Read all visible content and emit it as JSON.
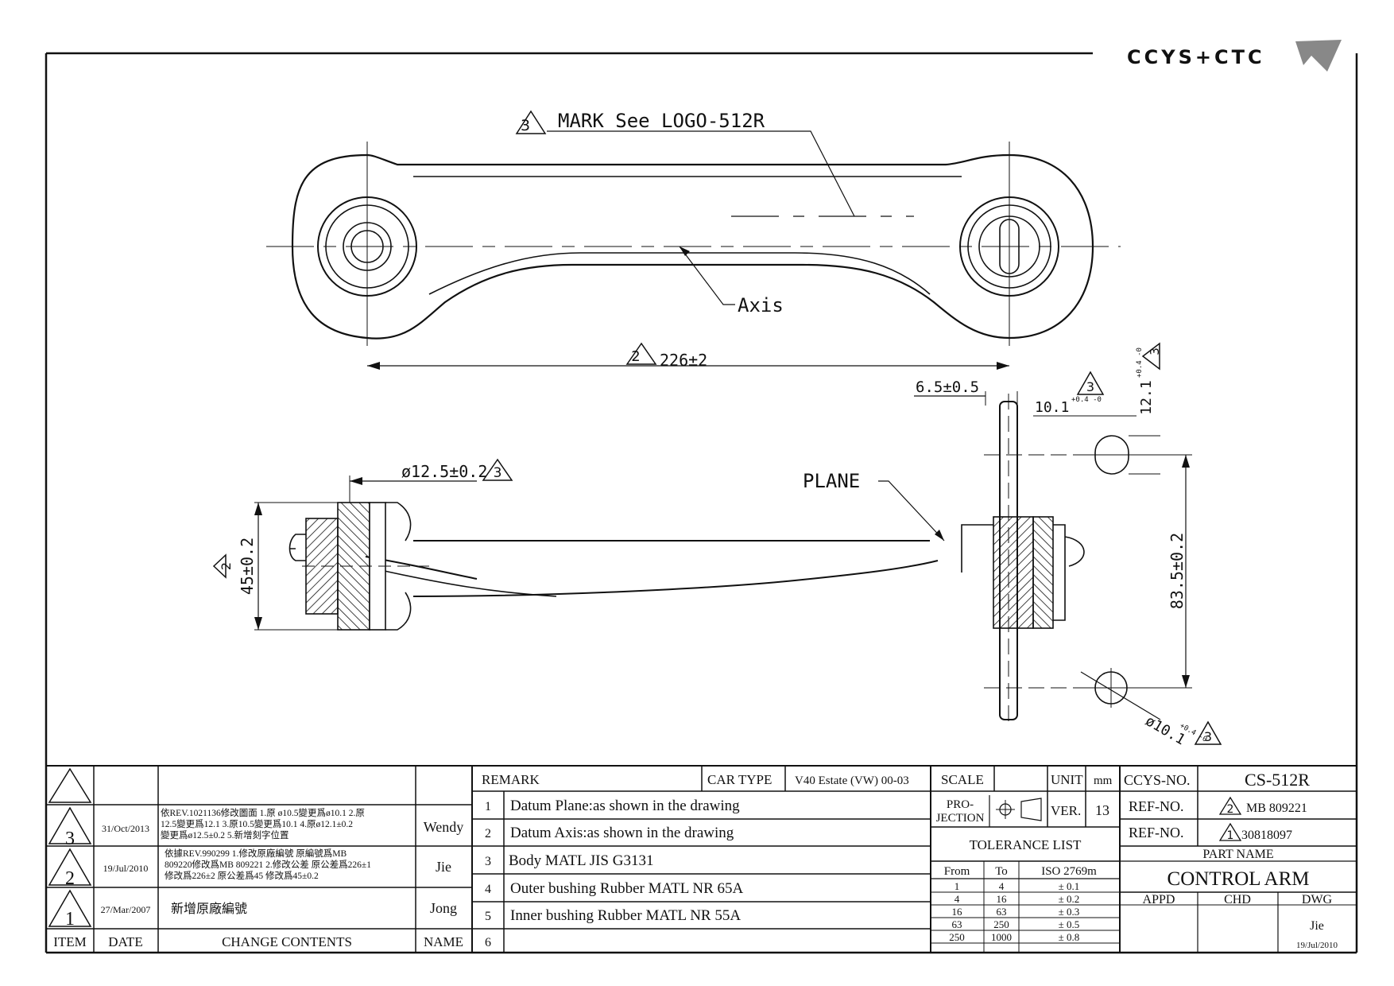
{
  "brand": {
    "logo_text": "CCYS+CTC"
  },
  "annotations": {
    "mark_rev": "3",
    "mark_text": "MARK  See  LOGO-512R",
    "axis": "Axis",
    "plane": "PLANE",
    "length_rev": "2",
    "length": "226±2",
    "dia_a_rev": "3",
    "dia_a": "ø12.5±0.2",
    "width_rev": "2",
    "width": "45±0.2",
    "offset": "6.5±0.5",
    "slot_w_rev": "3",
    "slot_w": "10.1",
    "slot_w_tol": "+0.4 -0",
    "slot_l_rev": "3",
    "slot_l": "12.1",
    "slot_l_tol": "+0.4 -0",
    "center": "83.5±0.2",
    "dia_b_rev": "3",
    "dia_b": "ø10.1",
    "dia_b_tol": "+0.4 -0"
  },
  "revisions": {
    "headers": {
      "item": "ITEM",
      "date": "DATE",
      "contents": "CHANGE CONTENTS",
      "name": "NAME"
    },
    "rows": [
      {
        "item": "3",
        "date": "31/Oct/2013",
        "lines": [
          "依REV.1021136修改圖面 1.原 ø10.5變更爲ø10.1 2.原",
          "12.5變更爲12.1 3.原10.5變更爲10.1 4.原ø12.1±0.2",
          "變更爲ø12.5±0.2 5.新增刻字位置"
        ],
        "name": "Wendy"
      },
      {
        "item": "2",
        "date": "19/Jul/2010",
        "lines": [
          "依據REV.990299 1.修改原廠編號 原編號爲MB",
          "809220修改爲MB 809221 2.修改公差 原公差爲226±1",
          "修改爲226±2 原公差爲45  修改爲45±0.2"
        ],
        "name": "Jie"
      },
      {
        "item": "1",
        "date": "27/Mar/2007",
        "lines": [
          "新增原廠編號"
        ],
        "name": "Jong"
      }
    ]
  },
  "remarks": {
    "header": "REMARK",
    "car_type_label": "CAR TYPE",
    "car_type": "V40 Estate (VW) 00-03",
    "items": [
      {
        "no": "1",
        "text": "Datum Plane:as shown in the drawing"
      },
      {
        "no": "2",
        "text": "Datum Axis:as shown in the drawing"
      },
      {
        "no": "3",
        "text": "Body MATL JIS G3131"
      },
      {
        "no": "4",
        "text": "Outer bushing Rubber MATL NR 65A"
      },
      {
        "no": "5",
        "text": "Inner bushing Rubber MATL NR 55A"
      },
      {
        "no": "6",
        "text": ""
      }
    ]
  },
  "spec": {
    "scale_label": "SCALE",
    "unit_label": "UNIT",
    "unit": "mm",
    "projection_label_1": "PRO-",
    "projection_label_2": "JECTION",
    "ver_label": "VER.",
    "ver": "13",
    "tolerance_title": "TOLERANCE LIST",
    "tol_headers": {
      "from": "From",
      "to": "To",
      "std": "ISO 2769m"
    },
    "tolerances": [
      {
        "from": "1",
        "to": "4",
        "tol": "± 0.1"
      },
      {
        "from": "4",
        "to": "16",
        "tol": "± 0.2"
      },
      {
        "from": "16",
        "to": "63",
        "tol": "± 0.3"
      },
      {
        "from": "63",
        "to": "250",
        "tol": "± 0.5"
      },
      {
        "from": "250",
        "to": "1000",
        "tol": "± 0.8"
      }
    ]
  },
  "title_block": {
    "ccys_label": "CCYS-NO.",
    "ccys_no": "CS-512R",
    "ref_label_1": "REF-NO.",
    "ref_rev_1": "2",
    "ref_no_1": "MB 809221",
    "ref_label_2": "REF-NO.",
    "ref_rev_2": "1",
    "ref_no_2": "30818097",
    "part_name_label": "PART NAME",
    "part_name": "CONTROL ARM",
    "appd": "APPD",
    "chd": "CHD",
    "dwg": "DWG",
    "drawn_by": "Jie",
    "drawn_date": "19/Jul/2010"
  }
}
